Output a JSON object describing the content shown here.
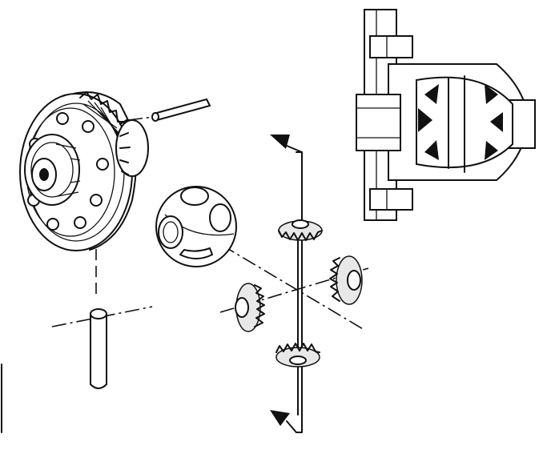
{
  "figure": {
    "type": "exploded-view line drawing",
    "colors": {
      "ink": "#111111",
      "paper": "#ffffff",
      "shade": "#e8e8e8"
    },
    "parts": [
      "ring-gear-and-differential-case",
      "pinion-shaft-pin",
      "lock-pin",
      "spherical-spider-case",
      "top-pinion-gear",
      "bottom-pinion-gear",
      "left-side-gear",
      "right-side-gear",
      "assembled-differential",
      "rotation-arrow-up",
      "rotation-arrow-down"
    ]
  }
}
